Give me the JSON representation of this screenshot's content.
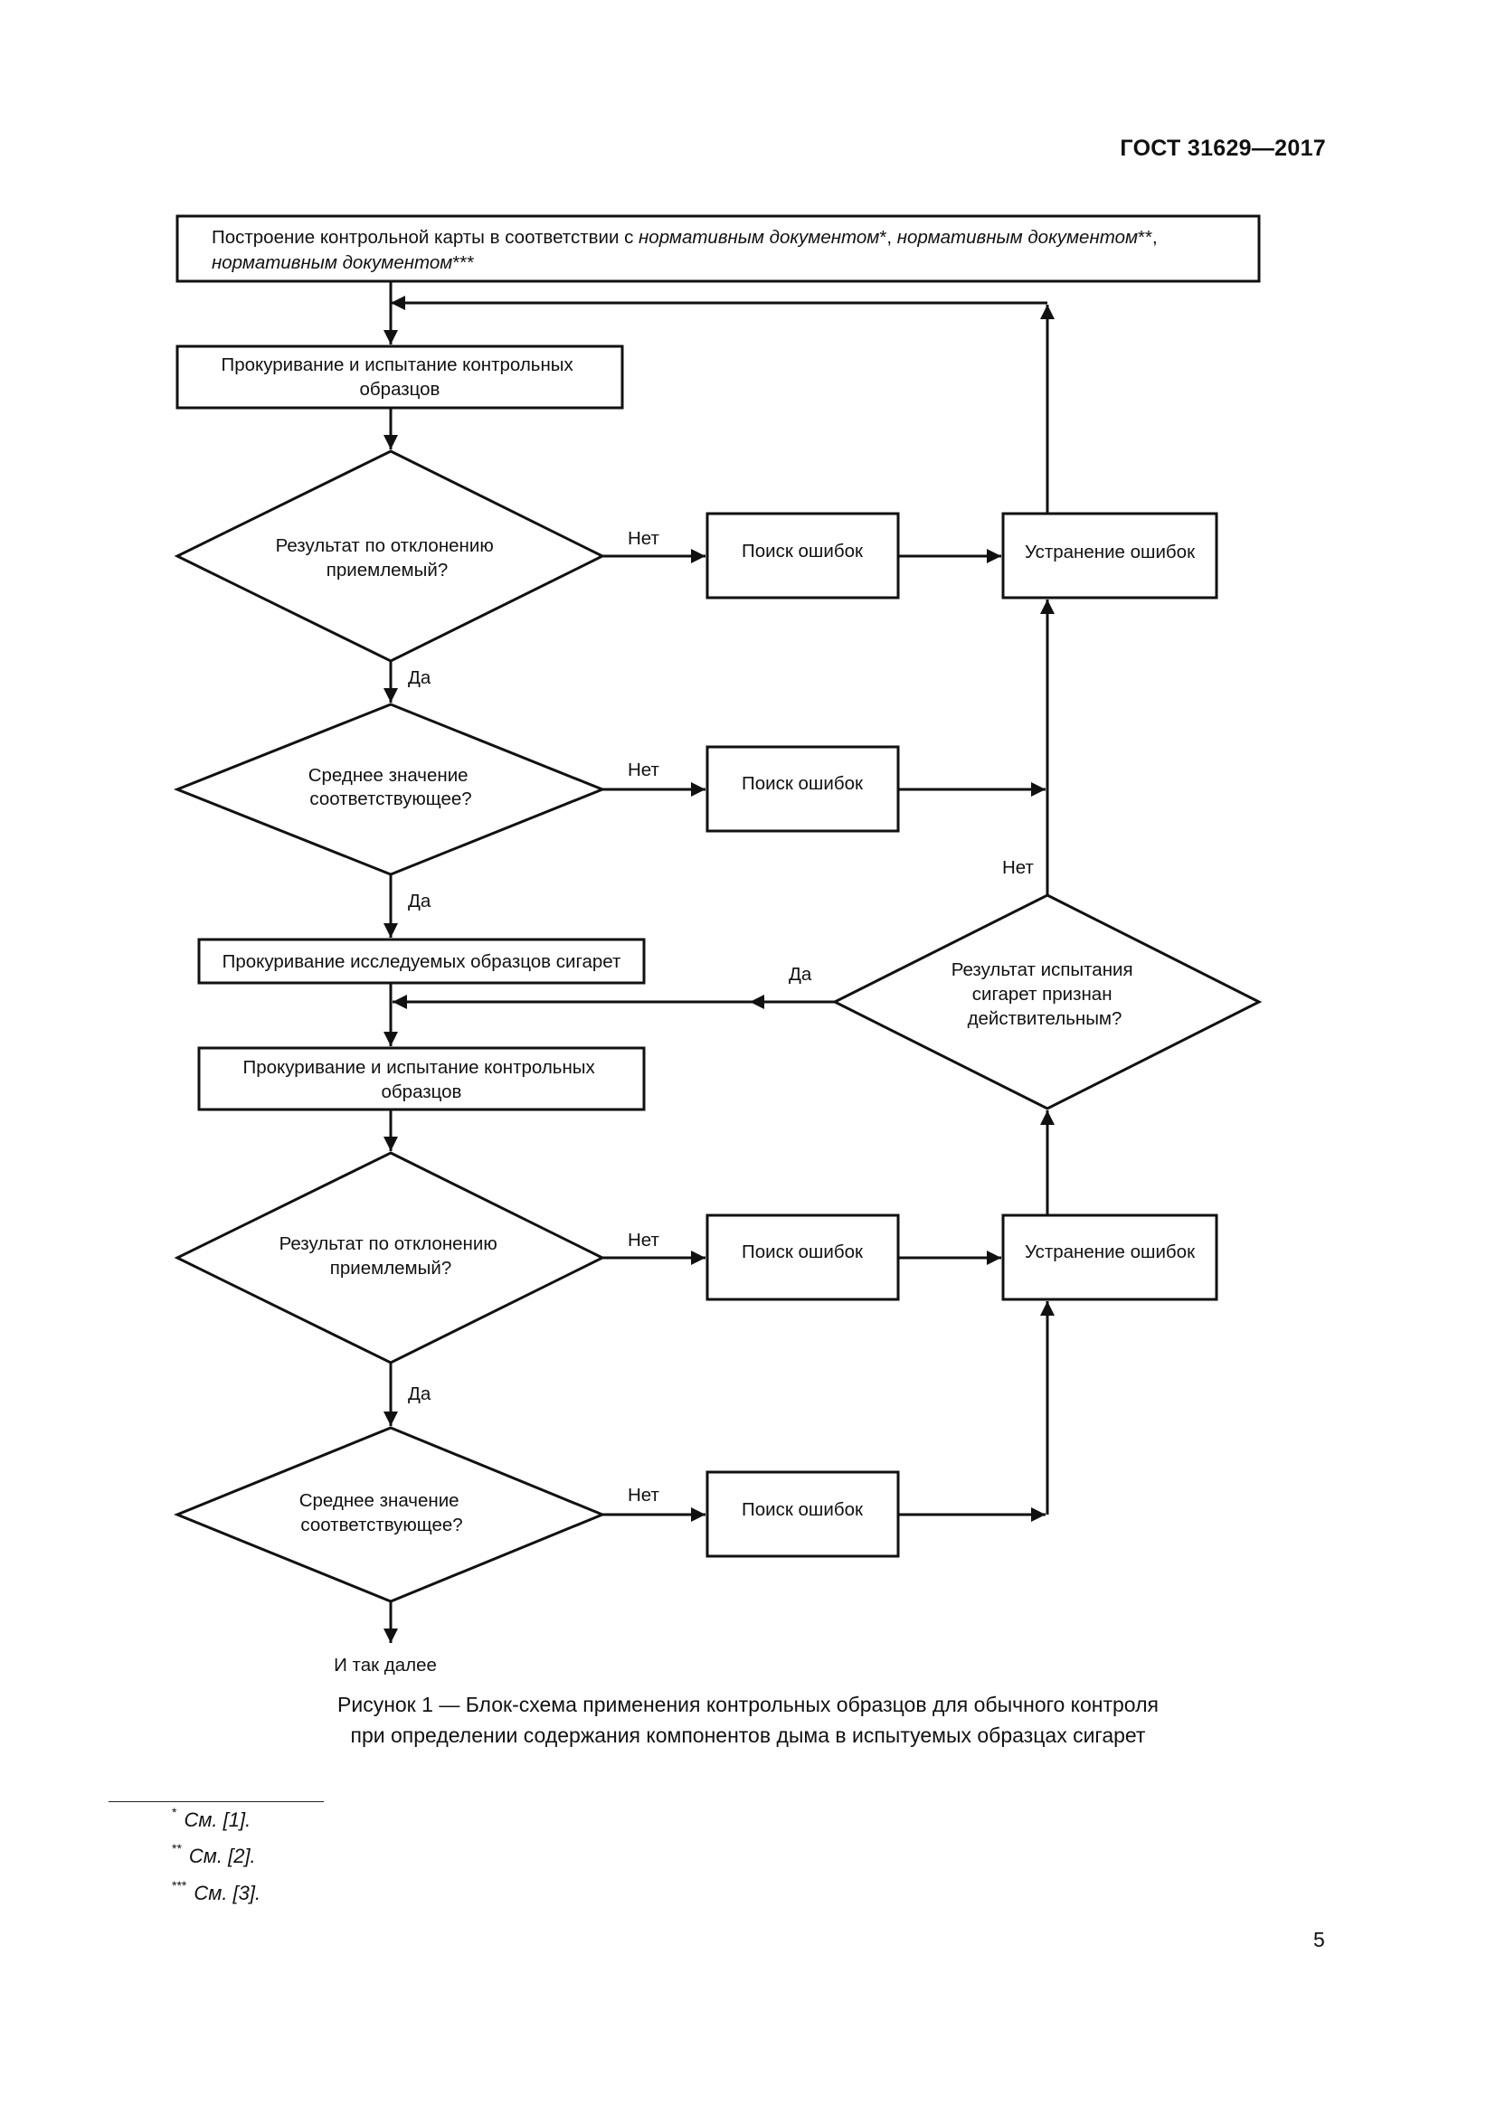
{
  "header": {
    "standard": "ГОСТ 31629—2017"
  },
  "flow": {
    "top_box": {
      "line1_plain": "Построение контрольной карты в соответствии с ",
      "ref_doc": "нормативным документом",
      "ref1_mark": "*",
      "sep": ", ",
      "ref2_mark": "**",
      "ref3_mark": "***"
    },
    "smoke_control_1": [
      "Прокуривание и испытание контрольных",
      "образцов"
    ],
    "decision_deviation": [
      "Результат по отклонению",
      "приемлемый?"
    ],
    "decision_mean": [
      "Среднее значение",
      "соответствующее?"
    ],
    "search_errors": "Поиск ошибок",
    "fix_errors": "Устранение ошибок",
    "smoke_test_samples": "Прокуривание исследуемых образцов сигарет",
    "smoke_control_2": [
      "Прокуривание  и испытание контрольных",
      "образцов"
    ],
    "decision_valid": [
      "Результат испытания",
      "сигарет признан",
      "действительным?"
    ],
    "yes": "Да",
    "no": "Нет",
    "etc": "И так далее"
  },
  "caption": [
    "Рисунок 1 — Блок-схема применения контрольных образцов для обычного контроля",
    "при определении содержания компонентов дыма в испытуемых образцах сигарет"
  ],
  "footnotes": [
    {
      "mark": "*",
      "text": "См. [1]."
    },
    {
      "mark": "**",
      "text": "См. [2]."
    },
    {
      "mark": "***",
      "text": "См. [3]."
    }
  ],
  "page_number": "5"
}
